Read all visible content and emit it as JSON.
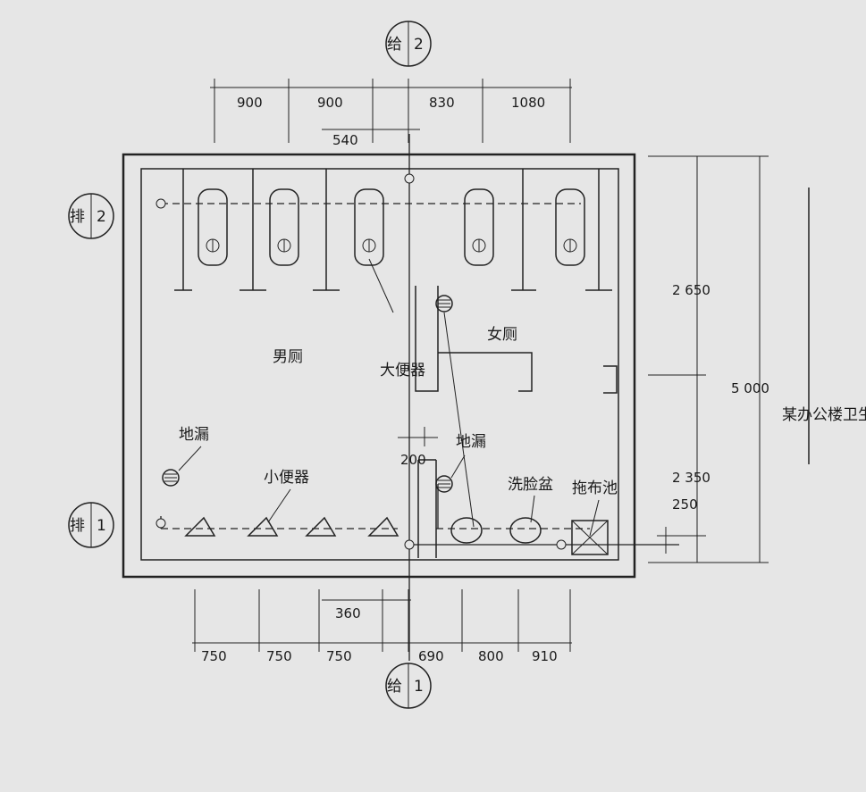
{
  "title": "某办公楼卫生间二、三层平面图",
  "rooms": {
    "men": "男厕",
    "women": "女厕"
  },
  "fixtures": {
    "floor_drain_top": "地漏",
    "urinal": "小便器",
    "toilet": "大便器",
    "floor_drain_bottom": "地漏",
    "washbasin": "洗脸盆",
    "mop_sink": "拖布池"
  },
  "markers": {
    "drain1": {
      "char": "排",
      "num": "1"
    },
    "drain2": {
      "char": "排",
      "num": "2"
    },
    "supply1": {
      "char": "给",
      "num": "1"
    },
    "supply2": {
      "char": "给",
      "num": "2"
    }
  },
  "dims": {
    "top_900a": "900",
    "top_900b": "900",
    "top_830": "830",
    "top_1080": "1080",
    "top_540": "540",
    "bot_750a": "750",
    "bot_750b": "750",
    "bot_750c": "750",
    "bot_690": "690",
    "bot_800": "800",
    "bot_910": "910",
    "bot_360": "360",
    "side_2650": "2 650",
    "side_2350": "2 350",
    "side_5000": "5 000",
    "side_250": "250",
    "left_200": "200"
  }
}
